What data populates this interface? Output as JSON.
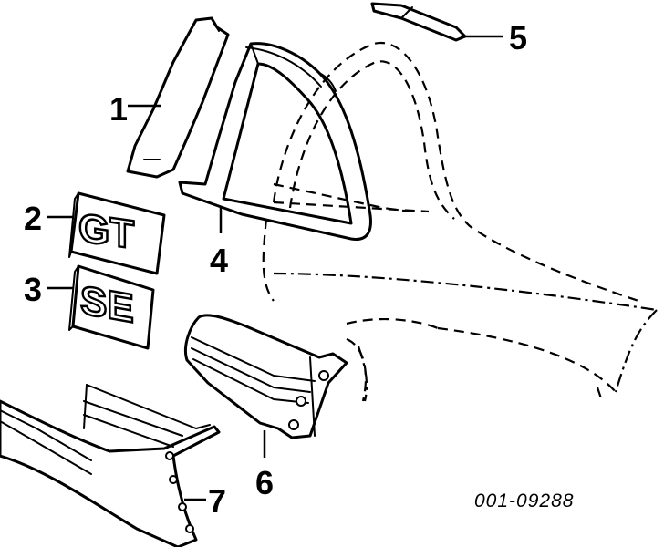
{
  "diagram": {
    "callouts": [
      {
        "id": "1",
        "label": "1"
      },
      {
        "id": "2",
        "label": "2"
      },
      {
        "id": "3",
        "label": "3"
      },
      {
        "id": "4",
        "label": "4"
      },
      {
        "id": "5",
        "label": "5"
      },
      {
        "id": "6",
        "label": "6"
      },
      {
        "id": "7",
        "label": "7"
      }
    ],
    "emblems": {
      "gt": "GT",
      "se": "SE"
    },
    "part_number": "001-09288"
  }
}
